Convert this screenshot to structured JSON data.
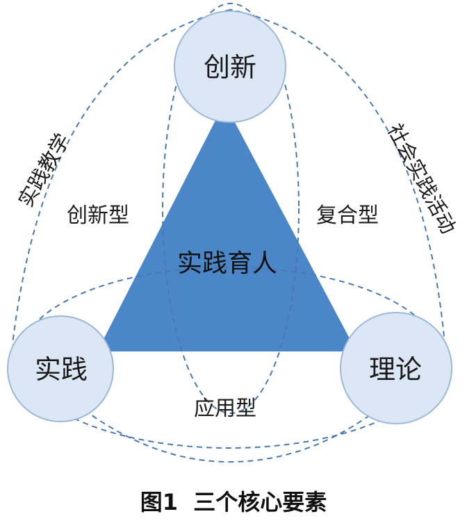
{
  "nodes": {
    "top": "创新",
    "left": "实践",
    "right": "理论"
  },
  "center": "实践育人",
  "regions": {
    "left": "创新型",
    "right": "复合型",
    "bottom": "应用型"
  },
  "arcs": {
    "left": "实践教学",
    "right": "社会实践活动"
  },
  "caption": "图1  三个核心要素",
  "colors": {
    "triangle": "#4a86c8",
    "circle_fill": "#dbe7f4",
    "circle_stroke": "#9cb8d6",
    "dashed": "#4a78b0"
  }
}
